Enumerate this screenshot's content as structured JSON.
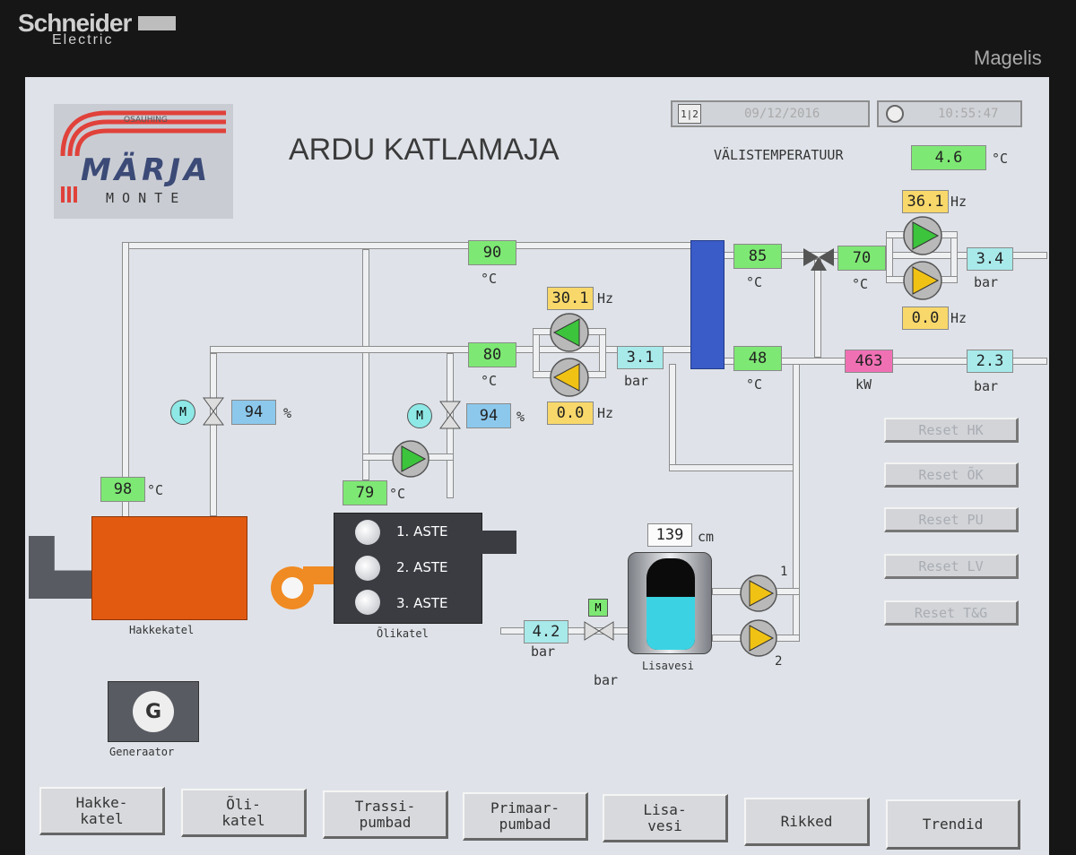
{
  "bezel": {
    "brand": "Schneider",
    "brand_sub": "Electric",
    "model": "Magelis"
  },
  "header": {
    "title": "ARDU KATLAMAJA",
    "logo": {
      "tagline": "OSAUHING",
      "name": "MÄRJA",
      "sub": "M O N T E"
    },
    "date": "09/12/2016",
    "time": "10:55:47",
    "outdoor_label": "VÄLISTEMPERATUUR",
    "outdoor_value": "4.6",
    "outdoor_unit": "°C"
  },
  "units": {
    "c": "°C",
    "pct": "%",
    "hz": "Hz",
    "bar": "bar",
    "kw": "kW",
    "cm": "cm"
  },
  "values": {
    "supply_temp": "90",
    "return_temp": "80",
    "hx_out_temp": "85",
    "hx_return_temp": "48",
    "mix_temp": "70",
    "trassi_pressure": "3.4",
    "return_pressure": "2.3",
    "power": "463",
    "primary_pressure": "3.1",
    "pump_a_hz": "30.1",
    "pump_b_hz": "0.0",
    "trassi_pump_a_hz": "36.1",
    "trassi_pump_b_hz": "0.0",
    "valve1_pct": "94",
    "valve2_pct": "94",
    "chip_boiler_temp": "98",
    "oil_boiler_temp": "79",
    "tank_level": "139",
    "makeup_pressure": "4.2"
  },
  "equipment": {
    "chip_boiler": "Hakkekatel",
    "oil_boiler": "Õlikatel",
    "stages": [
      "1. ASTE",
      "2. ASTE",
      "3. ASTE"
    ],
    "tank": "Lisavesi",
    "generator": "Generaator",
    "generator_letter": "G",
    "motor_letter": "M",
    "pump1": "1",
    "pump2": "2"
  },
  "reset_buttons": [
    "Reset HK",
    "Reset ÕK",
    "Reset PU",
    "Reset LV",
    "Reset T&G"
  ],
  "nav": [
    "Hakke-\nkatel",
    "Õli-\nkatel",
    "Trassi-\npumbad",
    "Primaar-\npumbad",
    "Lisa-\nvesi",
    "Rikked",
    "Trendid"
  ],
  "colors": {
    "value_green": "#7ee874",
    "value_yellow": "#f8d86a",
    "value_cyan": "#a8e9ea",
    "value_blue": "#8cc8ec",
    "power_pink": "#f070b4",
    "chip_boiler": "#e25a10",
    "heat_exchanger": "#3a5cc8",
    "pump_running": "#3cc43c",
    "pump_stopped": "#f0c214"
  }
}
